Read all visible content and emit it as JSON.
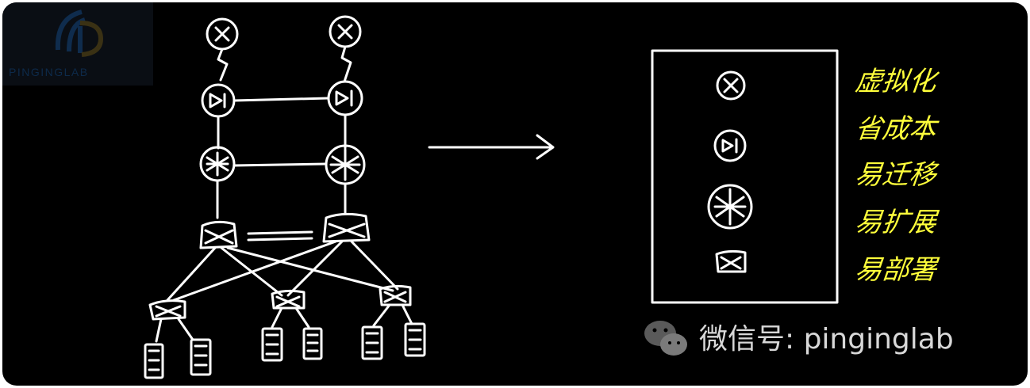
{
  "watermark": {
    "logo_text": "PINGINGLAB"
  },
  "diagram": {
    "features": [
      "虚拟化",
      "省成本",
      "易迁移",
      "易扩展",
      "易部署"
    ],
    "icons_left": [
      "router-icon",
      "firewall-icon",
      "core-switch-icon",
      "aggregation-switch-icon",
      "access-switch-icon",
      "server-icon"
    ],
    "icons_right": [
      "router-icon",
      "firewall-icon",
      "core-switch-icon",
      "switch-icon"
    ]
  },
  "wechat": {
    "label": "微信号: pinginglab"
  },
  "colors": {
    "background": "#000000",
    "chalk": "#ffffff",
    "highlight": "#ffff3b",
    "caption": "#d8d8d8"
  }
}
